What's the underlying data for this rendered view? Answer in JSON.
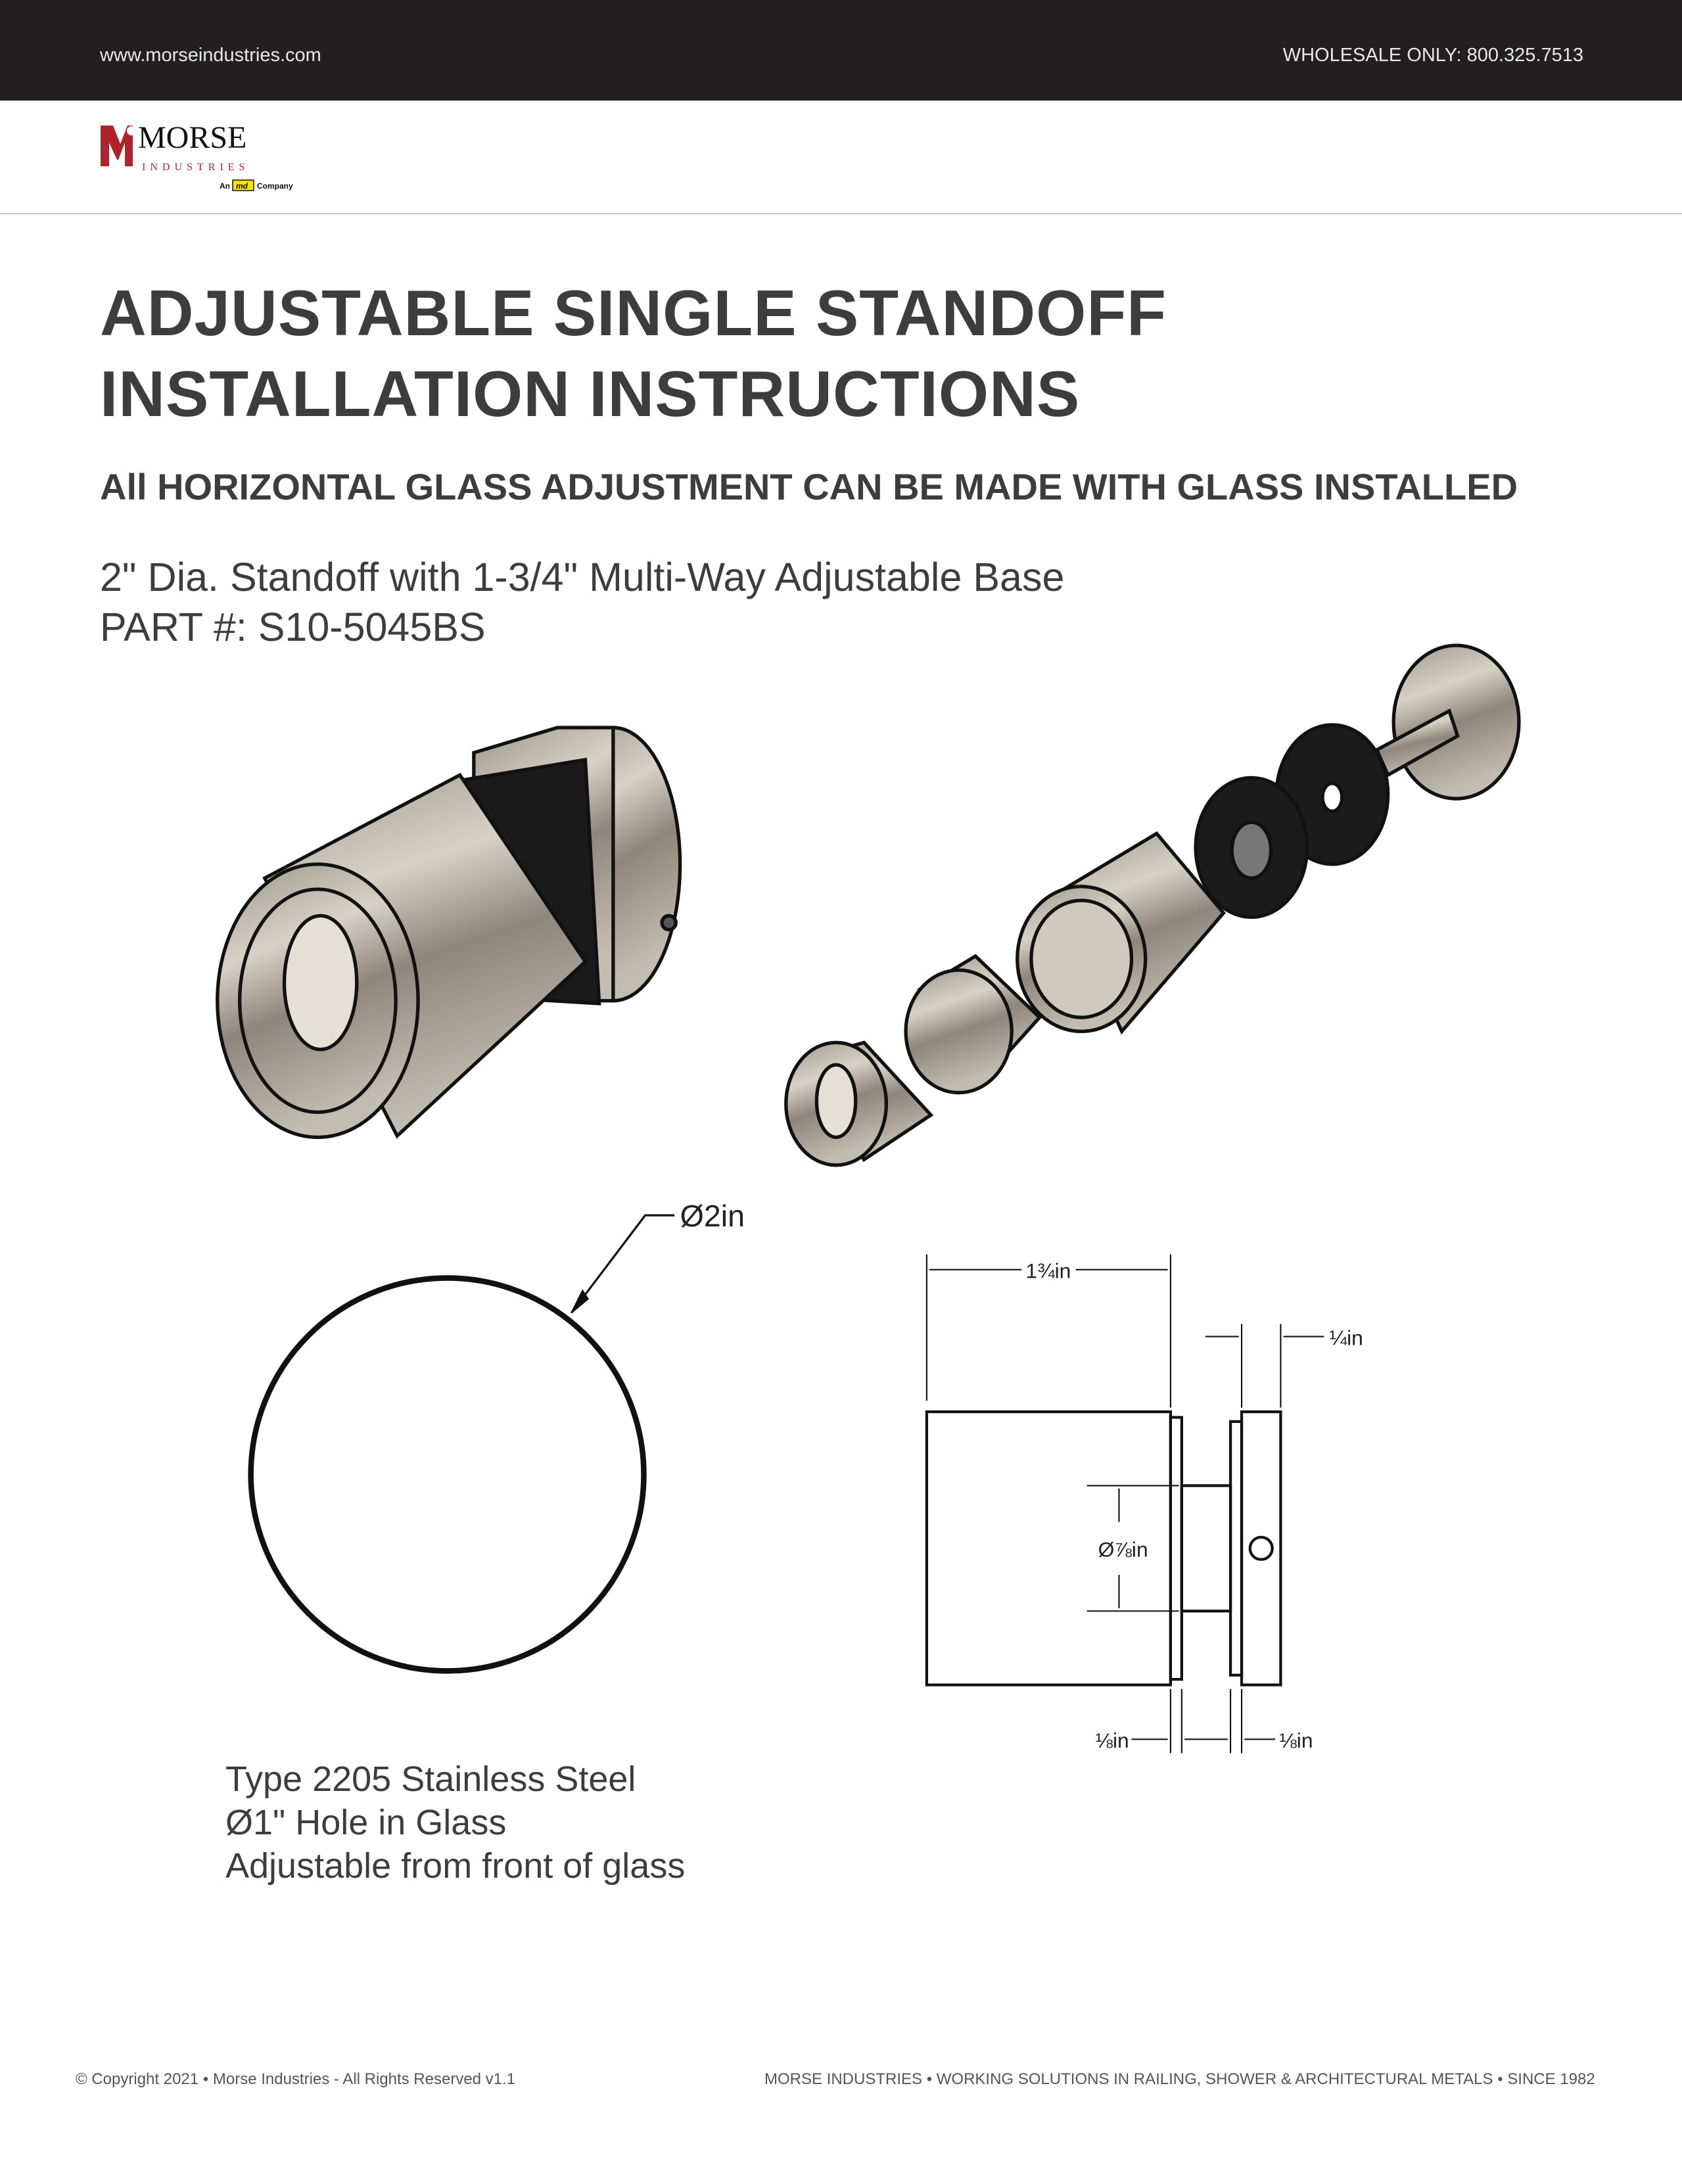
{
  "header": {
    "website": "www.morseindustries.com",
    "phone": "WHOLESALE ONLY: 800.325.7513"
  },
  "logo": {
    "name": "MORSE",
    "tagline": "INDUSTRIES",
    "parent_prefix": "An",
    "parent_mark": "md",
    "parent_suffix": "Company",
    "colors": {
      "red": "#b1232b",
      "yellow": "#f5e400"
    }
  },
  "title": {
    "line1": "ADJUSTABLE SINGLE STANDOFF",
    "line2": "INSTALLATION INSTRUCTIONS"
  },
  "subtitle": "All HORIZONTAL GLASS ADJUSTMENT CAN BE MADE WITH GLASS INSTALLED",
  "product": {
    "description": "2\" Dia. Standoff with 1-3/4\" Multi-Way Adjustable Base",
    "part_number": "PART #: S10-5045BS"
  },
  "drawing": {
    "diameter_label": "Ø2in",
    "length_label": "1¾in",
    "base_thickness_label": "¼in",
    "bore_label": "Ø⅞in",
    "gap_left_label": "⅛in",
    "gap_right_label": "⅛in"
  },
  "specs": [
    "Type 2205 Stainless Steel",
    "Ø1\" Hole in Glass",
    "Adjustable from front of glass"
  ],
  "footer": {
    "copyright": "© Copyright 2021 • Morse Industries - All Rights  Reserved v1.1",
    "tagline": "MORSE INDUSTRIES • WORKING SOLUTIONS IN RAILING, SHOWER & ARCHITECTURAL METALS • SINCE 1982"
  }
}
